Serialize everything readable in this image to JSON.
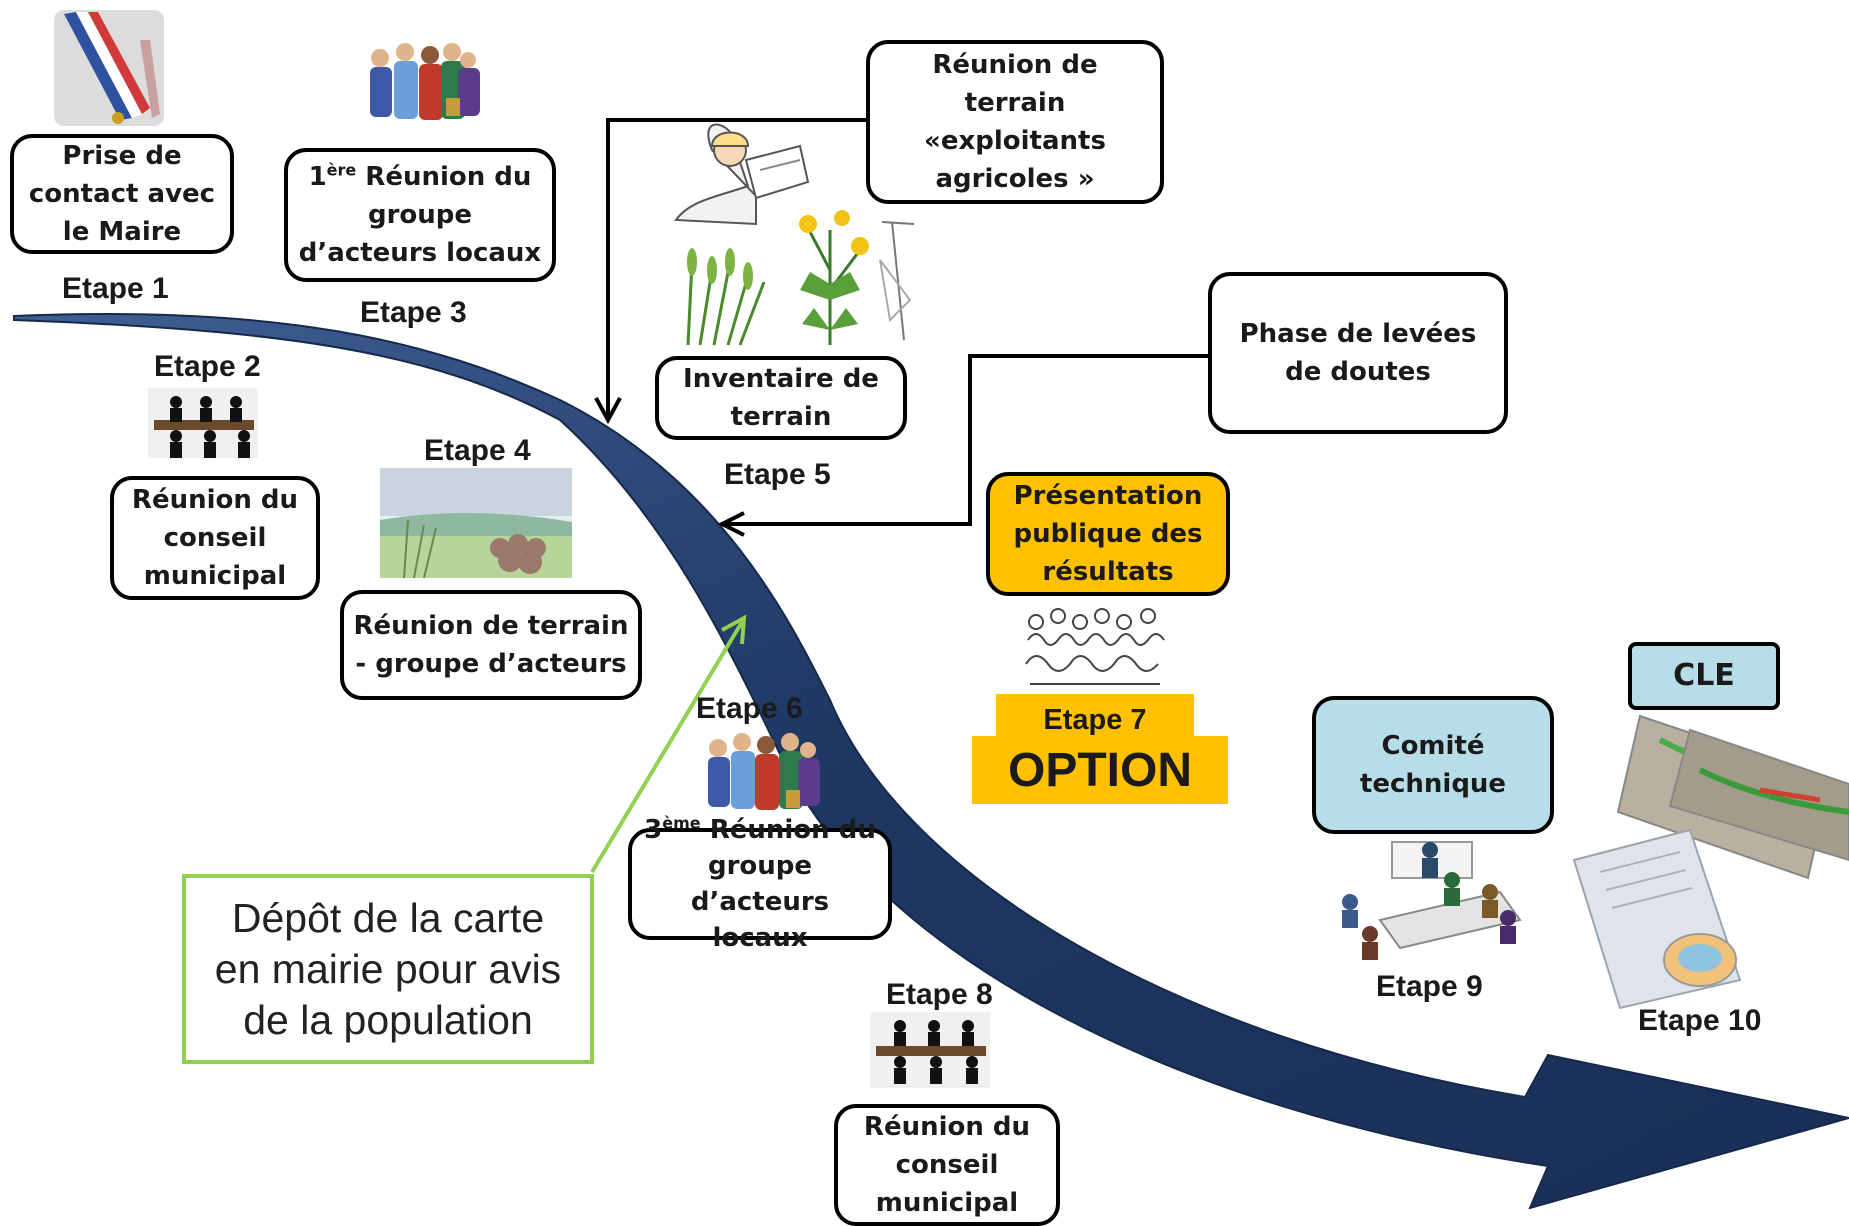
{
  "steps": {
    "e1": "Etape 1",
    "e2": "Etape 2",
    "e3": "Etape 3",
    "e4": "Etape 4",
    "e5": "Etape 5",
    "e6": "Etape 6",
    "e7": "Etape 7",
    "e8": "Etape 8",
    "e9": "Etape 9",
    "e10": "Etape 10"
  },
  "boxes": {
    "maire": [
      "Prise de",
      "contact avec",
      "le Maire"
    ],
    "reunion1": {
      "sup": "ère",
      "line1_prefix": "1",
      "line1_rest": " Réunion du",
      "lines": [
        "groupe",
        "d’acteurs locaux"
      ]
    },
    "terrain_exploitants": [
      "Réunion de",
      "terrain",
      "«exploitants",
      "agricoles »"
    ],
    "inventaire": [
      "Inventaire de",
      "terrain"
    ],
    "levees": [
      "Phase de levées",
      "de doutes"
    ],
    "conseil_a": [
      "Réunion du",
      "conseil",
      "municipal"
    ],
    "terrain_groupe": [
      "Réunion de terrain",
      "- groupe d’acteurs"
    ],
    "presentation": [
      "Présentation",
      "publique des",
      "résultats"
    ],
    "option": "OPTION",
    "depot": [
      "Dépôt de la carte",
      "en mairie pour avis",
      "de la population"
    ],
    "reunion3": {
      "sup": "ème",
      "line1_prefix": "3",
      "line1_rest": " Réunion du",
      "lines": [
        "groupe",
        "d’acteurs locaux"
      ]
    },
    "conseil_b": [
      "Réunion du",
      "conseil",
      "municipal"
    ],
    "comite": [
      "Comité",
      "technique"
    ],
    "cle": "CLE"
  },
  "colors": {
    "arrow": "#1f3864",
    "orange": "#ffc000",
    "teal": "#b7dde8",
    "green": "#92d050",
    "border": "#000000"
  },
  "icons": [
    "sash-icon",
    "crowd-icon",
    "architect-icon",
    "plants-icon",
    "meeting-table-icon",
    "landscape-icon",
    "crowd-sketch-icon",
    "conference-icon",
    "maps-documents-icon"
  ]
}
